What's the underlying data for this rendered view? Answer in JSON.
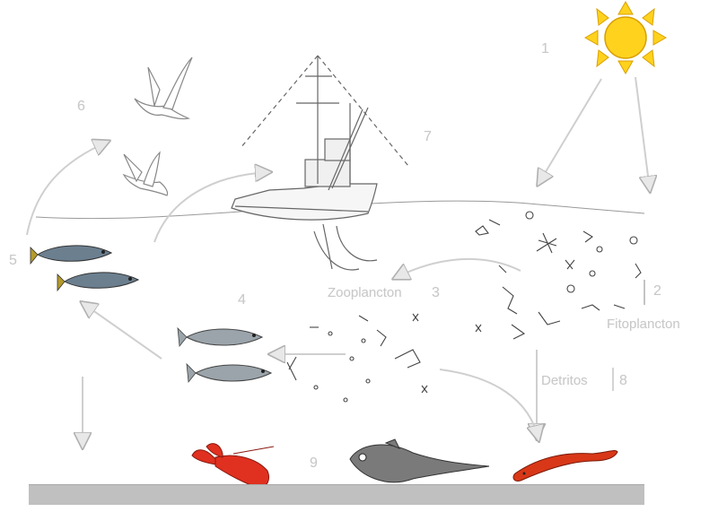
{
  "labels": {
    "n1": "1",
    "n2": "2",
    "n3": "3",
    "n4": "4",
    "n5": "5",
    "n6": "6",
    "n7": "7",
    "n8": "8",
    "n9": "9",
    "zooplancton": "Zooplancton",
    "fitoplancton": "Fitoplancton",
    "detritos": "Detritos"
  },
  "colors": {
    "sun": "#ffd21e",
    "sun_outline": "#d9a000",
    "arrow": "#cfcfcf",
    "line": "#999999",
    "lobster": "#e03020",
    "eel": "#d83818",
    "fish_dark": "#555555",
    "seabed": "#c0c0c0"
  },
  "icons": [
    "sun-icon",
    "seagull-icon",
    "fishing-boat-icon",
    "mackerel-icon",
    "sardine-icon",
    "lobster-icon",
    "deep-sea-fish-icon",
    "eel-icon",
    "plankton-icon"
  ]
}
